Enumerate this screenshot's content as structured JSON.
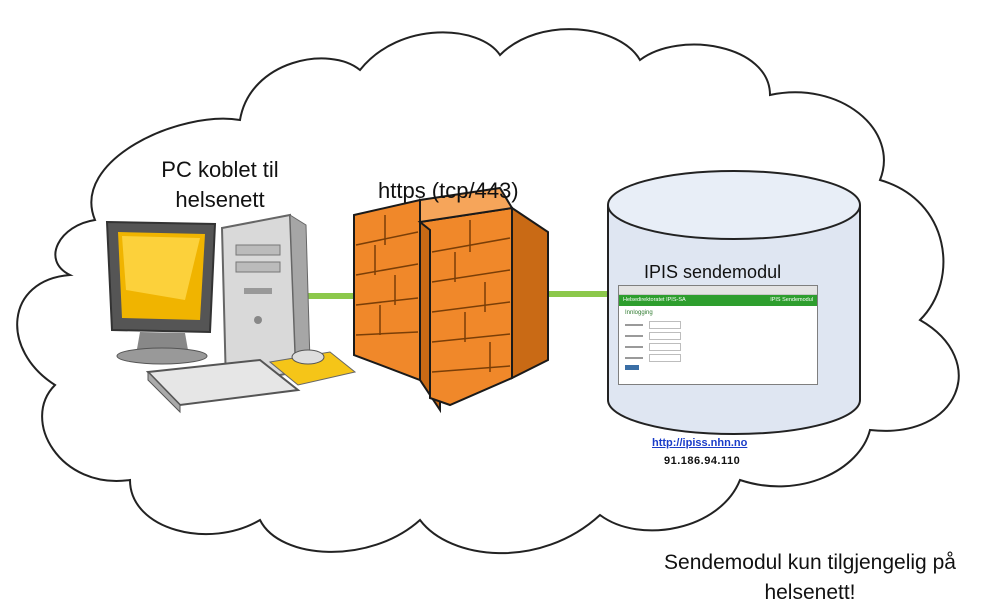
{
  "pc": {
    "label_line1": "PC koblet til",
    "label_line2": "helsenett"
  },
  "firewall": {
    "label": "https (tcp/443)"
  },
  "server": {
    "label": "IPIS sendemodul",
    "url": "http://ipiss.nhn.no",
    "ip": "91.186.94.110",
    "screen": {
      "app_title": "Helsedirektoratet IPIS-SA",
      "app_right": "IPIS Sendemodul",
      "page_title": "Innlogging"
    }
  },
  "note": {
    "line1": "Sendemodul kun tilgjengelig på",
    "line2": "helsenett!"
  },
  "colors": {
    "link_green": "#8cc84b",
    "firewall_orange": "#f0882a",
    "screen_green": "#2e9e2e",
    "link_blue": "#1a3cc8"
  }
}
